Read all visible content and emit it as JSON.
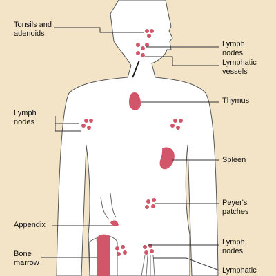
{
  "colors": {
    "background": "#f3e4c8",
    "body": "#ffffff",
    "outline": "#555555",
    "organ": "#d2566a",
    "node": "#d2566a",
    "leader": "#333333"
  },
  "labels": {
    "tonsils": "Tonsils and\nadenoids",
    "lymph_nodes_neck": "Lymph\nnodes",
    "lymphatic_vessels_neck": "Lymphatic\nvessels",
    "thymus": "Thymus",
    "lymph_nodes_armpit": "Lymph\nnodes",
    "spleen": "Spleen",
    "peyers_patches": "Peyer's\npatches",
    "appendix": "Appendix",
    "lymph_nodes_groin": "Lymph\nnodes",
    "bone_marrow": "Bone\nmarrow",
    "lymphatic_vessels_leg": "Lymphatic"
  }
}
